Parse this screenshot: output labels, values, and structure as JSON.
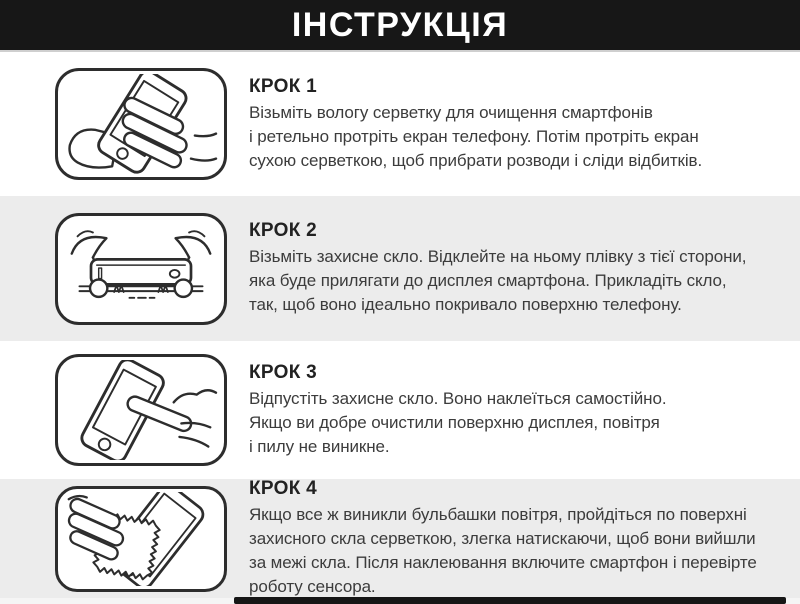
{
  "header": {
    "title": "ІНСТРУКЦІЯ"
  },
  "steps": [
    {
      "label": "КРОК 1",
      "text": "Візьміть вологу серветку для очищення смартфонів\nі ретельно протріть екран телефону. Потім протріть екран\nсухою серветкою, щоб прибрати розводи і сліди відбитків.",
      "illustration": "hand-wiping-phone-with-cloth"
    },
    {
      "label": "КРОК 2",
      "text": "Візьміть захисне скло. Відклейте на ньому плівку з тієї сторони,\nяка буде прилягати до дисплея смартфона. Прикладіть скло,\nтак, щоб воно ідеально покривало поверхню телефону.",
      "illustration": "two-hands-peeling-film-from-glass"
    },
    {
      "label": "КРОК 3",
      "text": "Відпустіть захисне скло. Воно наклеїться самостійно.\nЯкщо ви добре очистили поверхню дисплея, повітря\nі пилу не виникне.",
      "illustration": "finger-pressing-glass-on-phone"
    },
    {
      "label": "КРОК 4",
      "text": "Якщо все ж виникли бульбашки повітря, пройдіться по поверхні\nзахисного скла серветкою, злегка натискаючи, щоб вони вийшли\nза межі скла. Після наклеювання включите смартфон і перевірте\nроботу сенсора.",
      "illustration": "hand-smoothing-bubbles-with-cloth"
    }
  ],
  "colors": {
    "header_bg": "#171717",
    "band_gray": "#ececec",
    "band_white": "#ffffff",
    "body_text": "#3c3c3c",
    "label_text": "#222222",
    "line_art": "#2d2d2d",
    "bottom_bar": "#161616"
  }
}
